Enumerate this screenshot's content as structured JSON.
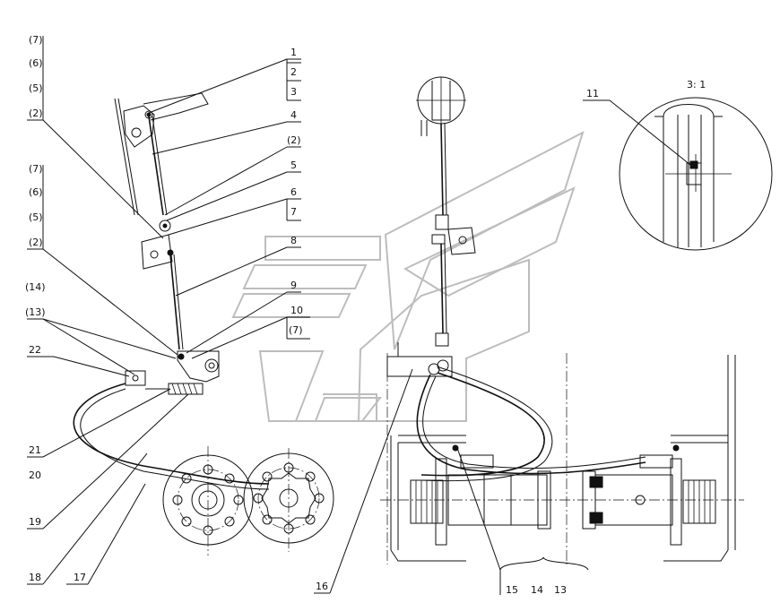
{
  "diagram": {
    "scale_label": "3: 1",
    "callouts": [
      {
        "id": "c-7a",
        "text": "(7)"
      },
      {
        "id": "c-6a",
        "text": "(6)"
      },
      {
        "id": "c-5a",
        "text": "(5)"
      },
      {
        "id": "c-2a",
        "text": "(2)"
      },
      {
        "id": "c-7b",
        "text": "(7)"
      },
      {
        "id": "c-6b",
        "text": "(6)"
      },
      {
        "id": "c-5b",
        "text": "(5)"
      },
      {
        "id": "c-2b",
        "text": "(2)"
      },
      {
        "id": "c-14",
        "text": "(14)"
      },
      {
        "id": "c-13",
        "text": "(13)"
      },
      {
        "id": "c-22",
        "text": "22"
      },
      {
        "id": "c-21",
        "text": "21"
      },
      {
        "id": "c-20",
        "text": "20"
      },
      {
        "id": "c-19",
        "text": "19"
      },
      {
        "id": "c-18",
        "text": "18"
      },
      {
        "id": "c-17",
        "text": "17"
      },
      {
        "id": "c-1",
        "text": "1"
      },
      {
        "id": "c-2",
        "text": "2"
      },
      {
        "id": "c-3",
        "text": "3"
      },
      {
        "id": "c-4",
        "text": "4"
      },
      {
        "id": "c-2c",
        "text": "(2)"
      },
      {
        "id": "c-5",
        "text": "5"
      },
      {
        "id": "c-6",
        "text": "6"
      },
      {
        "id": "c-7",
        "text": "7"
      },
      {
        "id": "c-8",
        "text": "8"
      },
      {
        "id": "c-9",
        "text": "9"
      },
      {
        "id": "c-10",
        "text": "10"
      },
      {
        "id": "c-7c",
        "text": "(7)"
      },
      {
        "id": "c-11",
        "text": "11"
      },
      {
        "id": "c-16",
        "text": "16"
      },
      {
        "id": "c-15",
        "text": "15"
      },
      {
        "id": "c-14b",
        "text": "14"
      },
      {
        "id": "c-13b",
        "text": "13"
      }
    ]
  }
}
